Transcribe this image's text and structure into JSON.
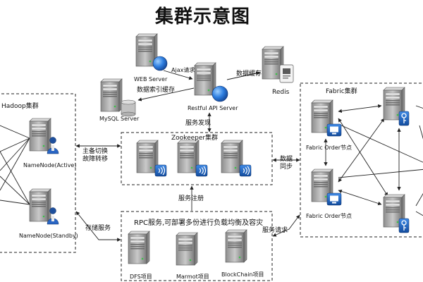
{
  "title": "集群示意图",
  "nodes": {
    "web_server": "WEB Server",
    "mysql_server": "MySQL Server",
    "restful_server": "Restful API Server",
    "redis": "Redis",
    "namenode_active": "NameNode(Active)",
    "namenode_standby": "NameNode(Standby)",
    "fabric_order_1": "Fabric Order节点",
    "fabric_order_2": "Fabric Order节点",
    "dfs": "DFS项目",
    "marmot": "Marmot项目",
    "blockchain": "BlockChain项目"
  },
  "groups": {
    "hadoop": "Hadoop集群",
    "zookeeper": "Zookeeper集群",
    "fabric": "Fabric集群",
    "rpc": "RPC服务,可部署多份进行负载均衡及容灾"
  },
  "edges": {
    "ajax": "Ajax请求",
    "index_cache": "数据索引缓存",
    "data_cache": "数据缓存",
    "service_discovery": "服务发现",
    "failover_1": "主备切换",
    "failover_2": "故障转移",
    "sync_1": "数据",
    "sync_2": "同步",
    "service_register": "服务注册",
    "storage_service": "存储服务",
    "service_request": "服务请求"
  },
  "icons": {
    "server": "server-tower-icon",
    "globe": "globe-icon",
    "database": "database-cylinder-icon",
    "document": "document-icon",
    "user": "user-icon",
    "signal": "signal-waves-icon",
    "monitor": "monitor-icon",
    "key": "key-icon"
  },
  "colors": {
    "accent_blue": "#1f5fb8",
    "server_gray": "#9a9a9a",
    "line": "#333333"
  }
}
